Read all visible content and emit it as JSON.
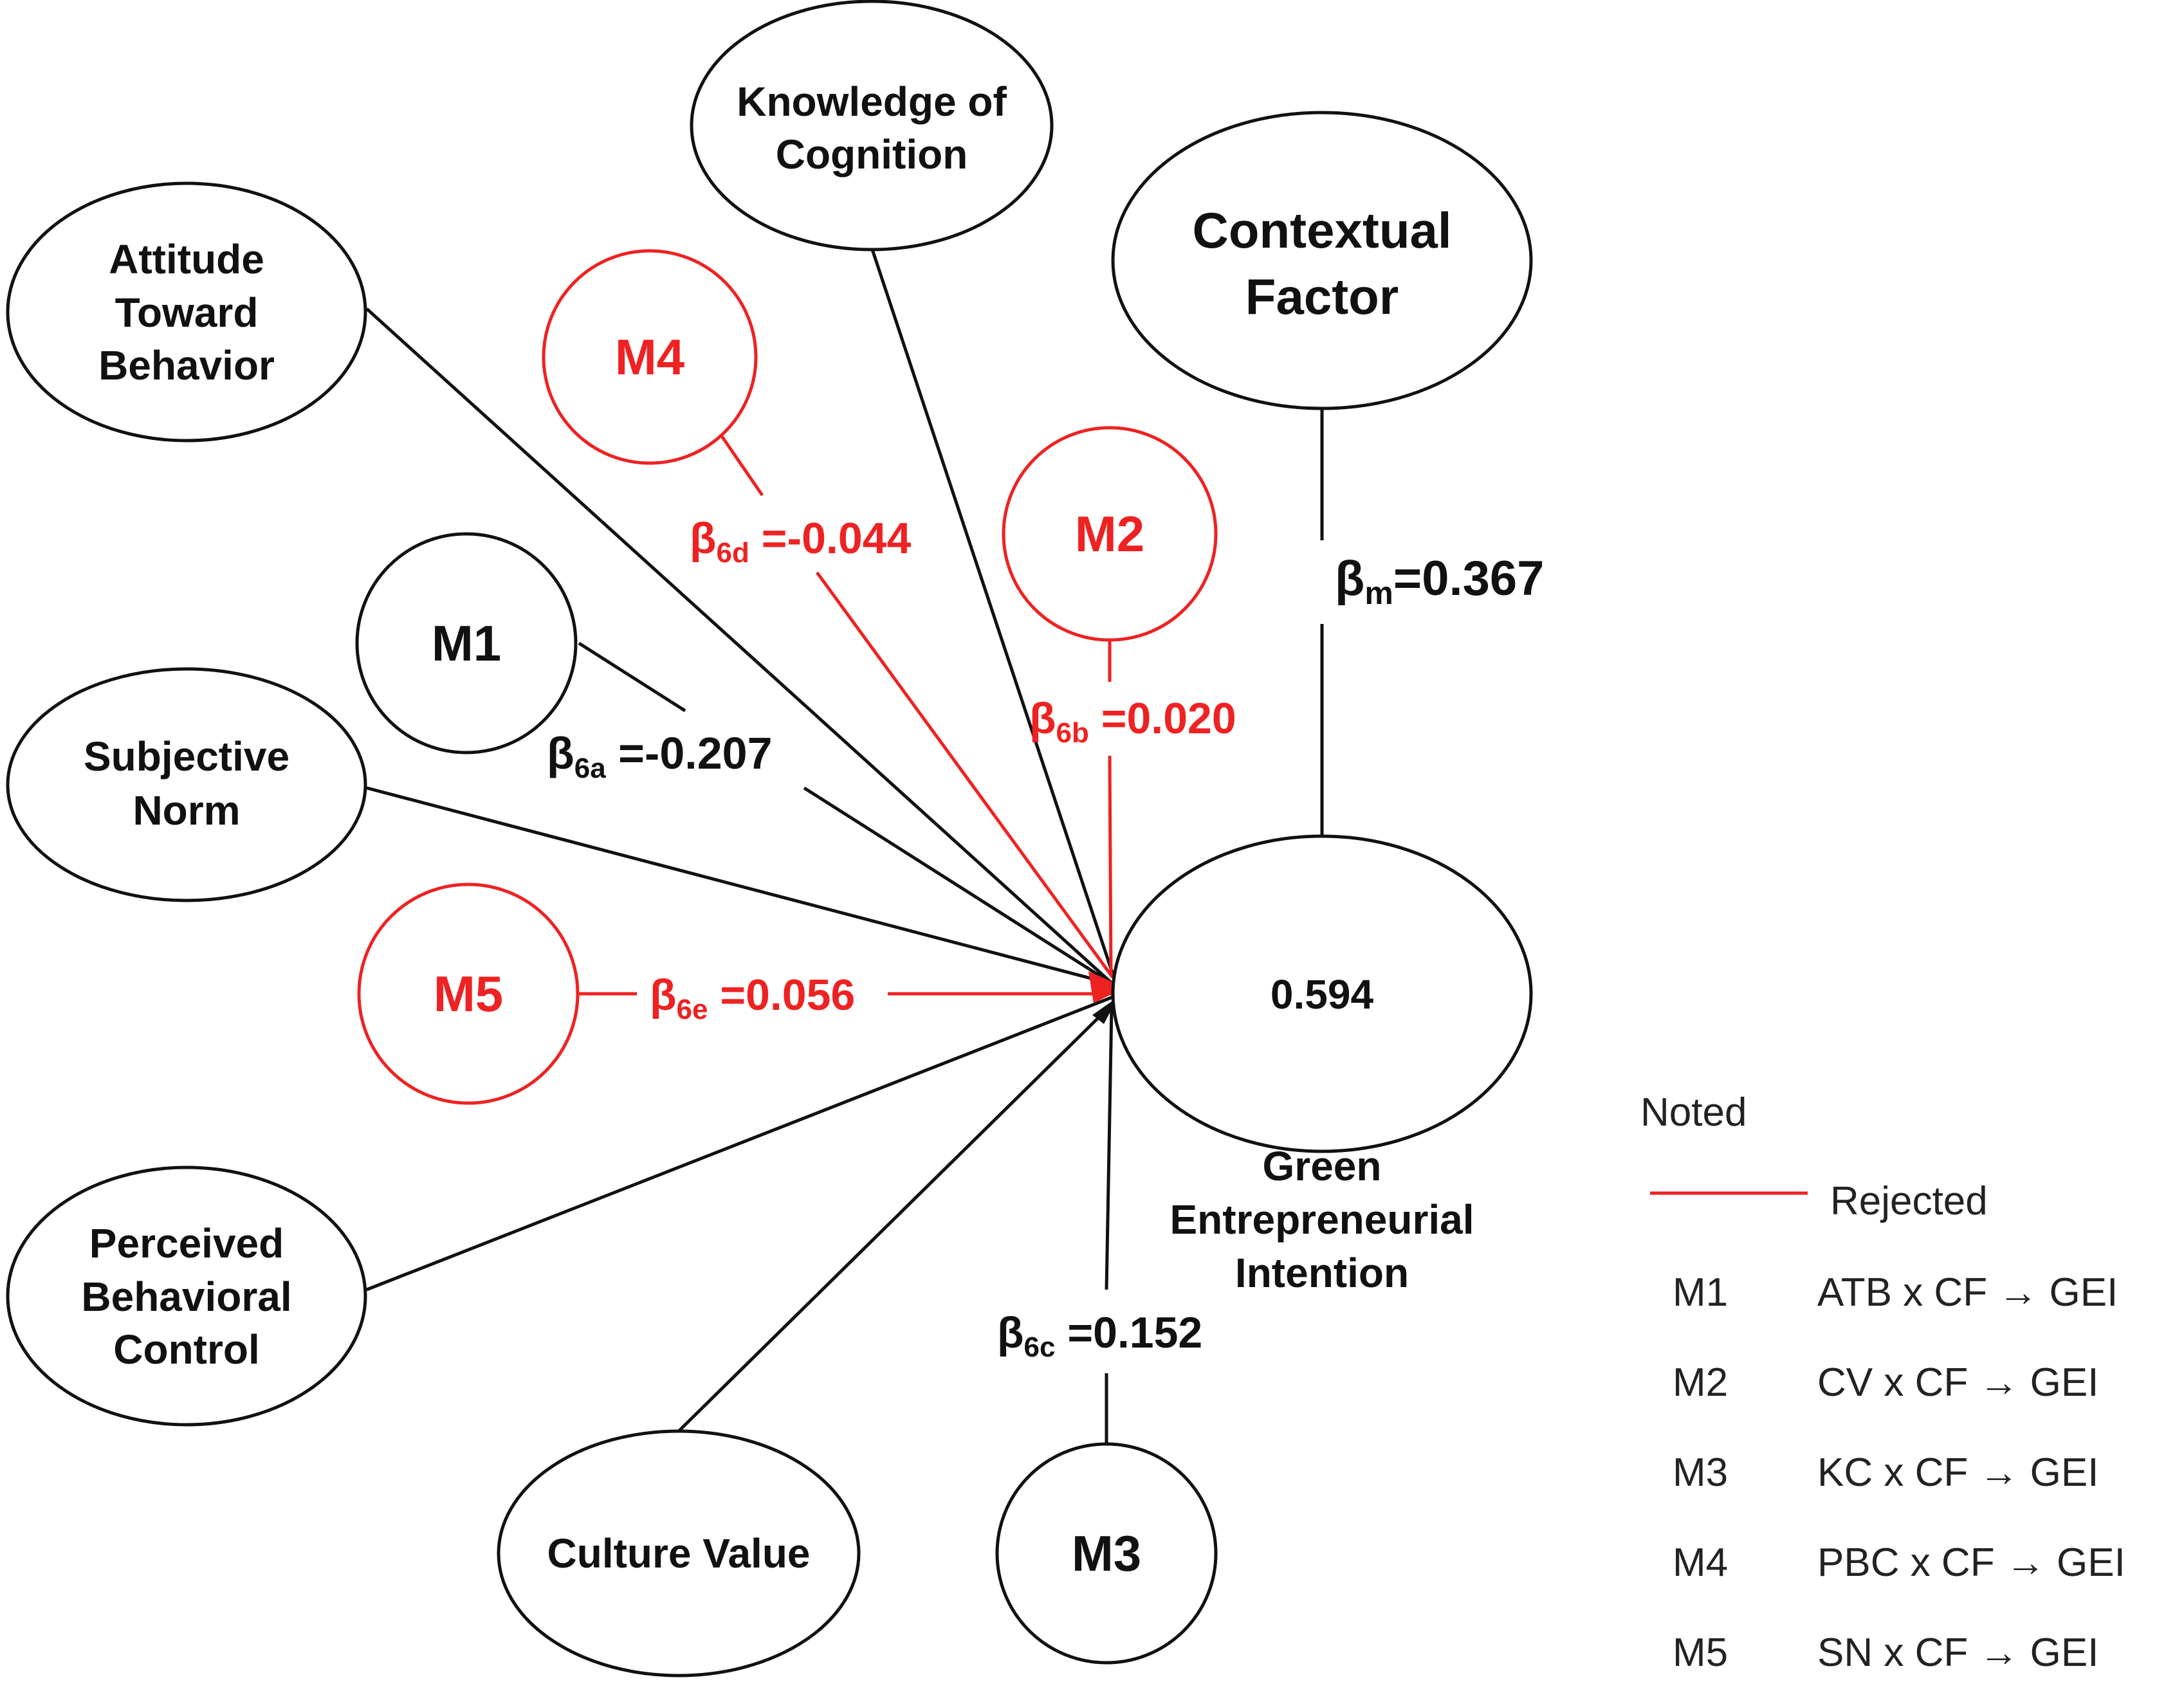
{
  "colors": {
    "black": "#111111",
    "rejected": "#ee2222"
  },
  "nodes": {
    "kc": {
      "lines": [
        "Knowledge of",
        "Cognition"
      ]
    },
    "cf": {
      "lines": [
        "Contextual",
        "Factor"
      ]
    },
    "atb": {
      "lines": [
        "Attitude",
        "Toward",
        "Behavior"
      ]
    },
    "sn": {
      "lines": [
        "Subjective",
        "Norm"
      ]
    },
    "pbc": {
      "lines": [
        "Perceived",
        "Behavioral",
        "Control"
      ]
    },
    "cv": {
      "lines": [
        "Culture Value"
      ]
    },
    "gei": {
      "value": "0.594",
      "lines": [
        "Green",
        "Entrepreneurial",
        "Intention"
      ]
    },
    "m1": {
      "label": "M1"
    },
    "m2": {
      "label": "M2"
    },
    "m3": {
      "label": "M3"
    },
    "m4": {
      "label": "M4"
    },
    "m5": {
      "label": "M5"
    }
  },
  "coefficients": {
    "m": {
      "symbol": "β",
      "sub": "m",
      "value": "=0.367"
    },
    "m1": {
      "symbol": "β",
      "sub": "6a",
      "value": " =-0.207"
    },
    "m2": {
      "symbol": "β",
      "sub": "6b",
      "value": " =0.020"
    },
    "m3": {
      "symbol": "β",
      "sub": "6c",
      "value": " =0.152"
    },
    "m4": {
      "symbol": "β",
      "sub": "6d",
      "value": " =-0.044"
    },
    "m5": {
      "symbol": "β",
      "sub": "6e",
      "value": " =0.056"
    }
  },
  "legend": {
    "title": "Noted",
    "rejected_label": "Rejected",
    "items": [
      {
        "code": "M1",
        "desc": "ATB x CF → GEI"
      },
      {
        "code": "M2",
        "desc": "CV x CF → GEI"
      },
      {
        "code": "M3",
        "desc": "KC x CF → GEI"
      },
      {
        "code": "M4",
        "desc": "PBC x CF → GEI"
      },
      {
        "code": "M5",
        "desc": "SN x CF → GEI"
      }
    ]
  }
}
